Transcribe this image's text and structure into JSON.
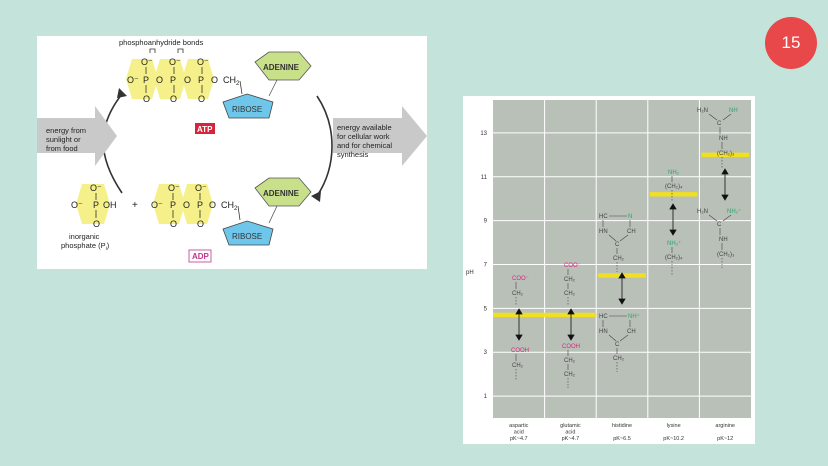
{
  "slide": {
    "number": "15"
  },
  "atp_figure": {
    "bond_label": "phosphoanhydride bonds",
    "adenine": "ADENINE",
    "ribose": "RIBOSE",
    "atp_label": "ATP",
    "adp_label": "ADP",
    "energy_in": [
      "energy from",
      "sunlight or",
      "from food"
    ],
    "energy_out": [
      "energy available",
      "for cellular work",
      "and for chemical",
      "synthesis"
    ],
    "pi_label": [
      "inorganic",
      "phosphate (P",
      ")"
    ],
    "pi_sub": "i",
    "plus": "+",
    "ch2": "CH",
    "ch2_sub": "2",
    "oh": "OH",
    "p": "P",
    "o": "O",
    "o_minus": "O⁻",
    "colors": {
      "yellow": "#f5f08a",
      "adenine": "#c8e08a",
      "ribose": "#6ec6ea",
      "atp_box": "#d6243a",
      "adp_text": "#c4348c",
      "arrow": "#c9c9c9"
    }
  },
  "ph_chart": {
    "ylabel": "pH",
    "yticks": [
      "1",
      "3",
      "5",
      "7",
      "9",
      "11",
      "13"
    ],
    "columns": [
      {
        "name": [
          "aspartic",
          "acid"
        ],
        "pk": "pK~4.7",
        "pk_value": 4.7
      },
      {
        "name": [
          "glutamic",
          "acid"
        ],
        "pk": "pK~4.7",
        "pk_value": 4.7
      },
      {
        "name": [
          "histidine"
        ],
        "pk": "pK~6.5",
        "pk_value": 6.5
      },
      {
        "name": [
          "lysine"
        ],
        "pk": "pK~10.2",
        "pk_value": 10.2
      },
      {
        "name": [
          "arginine"
        ],
        "pk": "pK~12",
        "pk_value": 12
      }
    ],
    "chem": {
      "coo": "COO⁻",
      "cooh": "COOH",
      "ch2": "CH₂",
      "hc": "HC",
      "hn": "HN",
      "n": "N",
      "nh_plus": "NH⁺",
      "c": "C",
      "ch": "CH",
      "nh2": "NH₂",
      "nh3_plus": "NH₃⁺",
      "ch2_4": "(CH₂)₄",
      "ch2_3": "(CH₂)₃",
      "h2n": "H₂N",
      "nh": "NH",
      "nh2_plus": "NH₂⁺"
    },
    "colors": {
      "band": "#f0e020",
      "cooh": "#d4287e",
      "amine": "#2fa36f",
      "plot_bg": "#b9c0b8"
    }
  }
}
